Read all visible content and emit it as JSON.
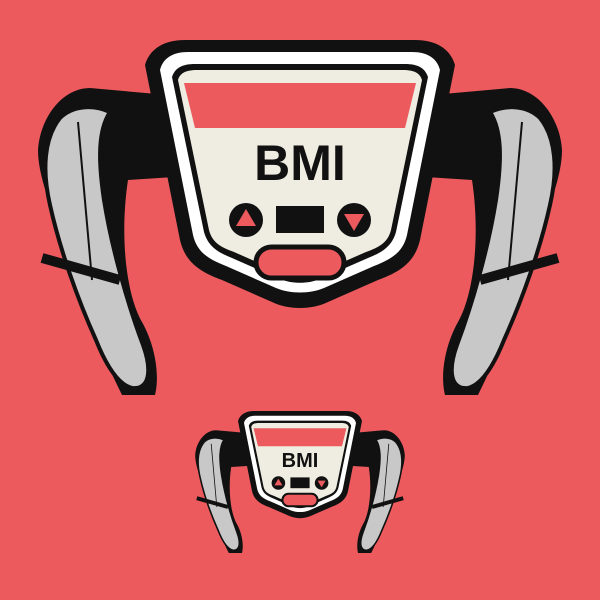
{
  "colors": {
    "background": "#ec5a5e",
    "outline": "#111111",
    "handle": "#c8c8c8",
    "face": "#efede1",
    "bezel": "#ffffff",
    "accent": "#ec5a5e"
  },
  "devices": [
    {
      "size": "large",
      "label": "BMI",
      "icons": [
        "display-window",
        "up-arrow-button",
        "center-button",
        "down-arrow-button",
        "red-pill-button"
      ]
    },
    {
      "size": "small",
      "label": "BMI",
      "icons": [
        "display-window",
        "up-arrow-button",
        "center-button",
        "down-arrow-button",
        "red-pill-button"
      ]
    }
  ]
}
